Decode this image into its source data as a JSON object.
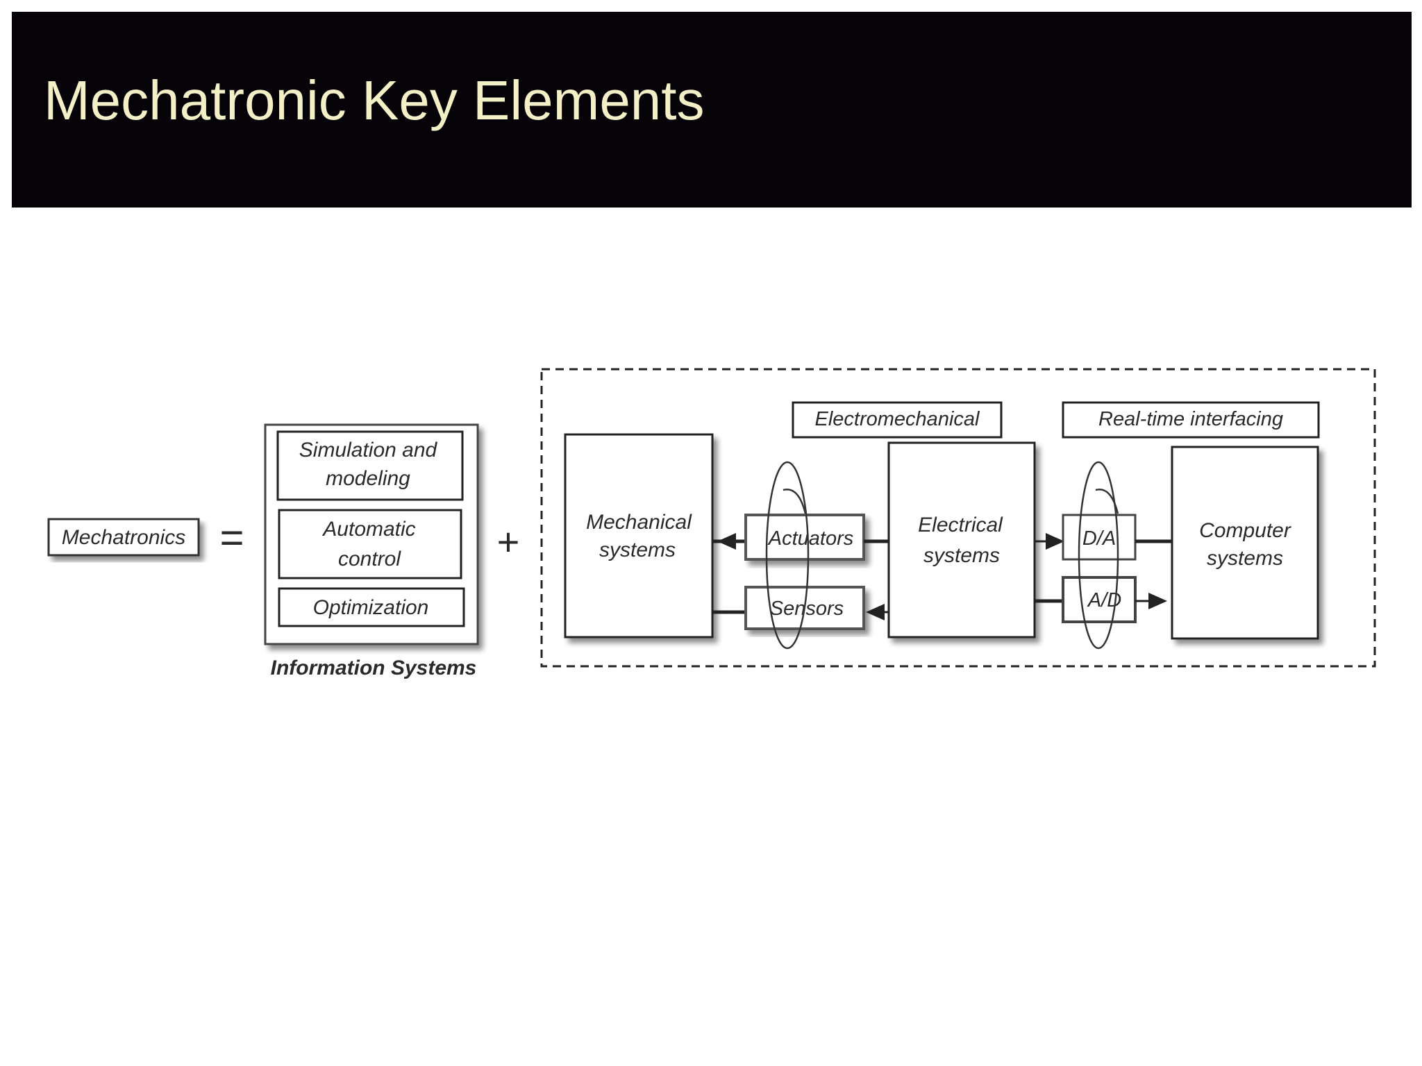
{
  "slide": {
    "title": "Mechatronic Key Elements"
  },
  "diagram": {
    "mechatronics": "Mechatronics",
    "equals_sign": "=",
    "plus_sign": "+",
    "information_systems": {
      "caption": "Information Systems",
      "items": [
        [
          "Simulation and",
          "modeling"
        ],
        [
          "Automatic",
          "control"
        ],
        [
          "Optimization"
        ]
      ]
    },
    "electromechanical_label": "Electromechanical",
    "realtime_label": "Real-time interfacing",
    "mechanical_systems": [
      "Mechanical",
      "systems"
    ],
    "actuators": "Actuators",
    "sensors": "Sensors",
    "electrical_systems": [
      "Electrical",
      "systems"
    ],
    "da": "D/A",
    "ad": "A/D",
    "computer_systems": [
      "Computer",
      "systems"
    ]
  }
}
